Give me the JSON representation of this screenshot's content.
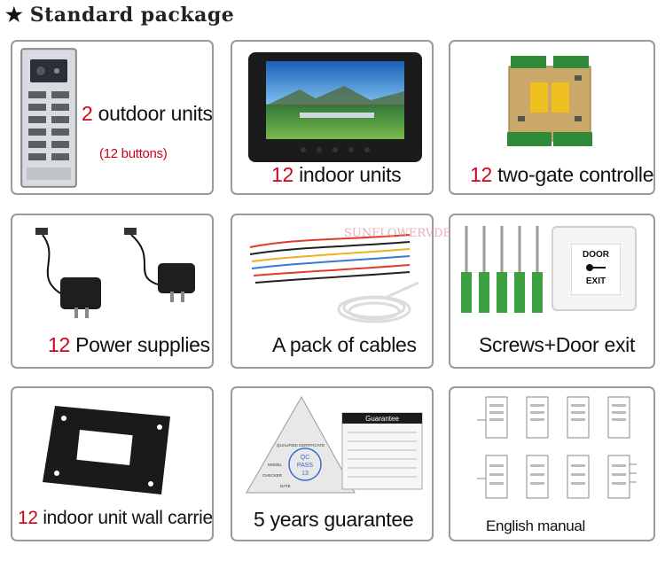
{
  "header": {
    "star": "★",
    "title": "Standard package"
  },
  "watermark": "SUNFLOWERVDE",
  "items": [
    {
      "num": "2",
      "label": "outdoor units",
      "sub": "(12 buttons)",
      "icon": "outdoor-unit-panel"
    },
    {
      "num": "12",
      "label": "indoor units",
      "icon": "indoor-monitor"
    },
    {
      "num": "12",
      "label": "two-gate controller",
      "icon": "circuit-board"
    },
    {
      "num": "12",
      "label": "Power supplies",
      "icon": "power-adapter"
    },
    {
      "num": "",
      "label": "A pack of cables",
      "icon": "cable-bundle"
    },
    {
      "num": "",
      "label": "Screws+Door exit",
      "icon": "screws-and-exit-button"
    },
    {
      "num": "12",
      "label": "indoor unit wall carriers",
      "icon": "wall-bracket"
    },
    {
      "num": "",
      "label": "5 years guarantee",
      "icon": "guarantee-card"
    },
    {
      "num": "",
      "label": "English manual",
      "icon": "manual-diagrams"
    }
  ],
  "product_text": {
    "door_exit": [
      "DOOR",
      "EXIT"
    ],
    "qc": [
      "QC",
      "PASS",
      "13"
    ],
    "cert": [
      "QUALIFIED CERTIFICATE",
      "MODEL",
      "CHECKER",
      "DATE"
    ],
    "guarantee_title": "Guarantee"
  }
}
